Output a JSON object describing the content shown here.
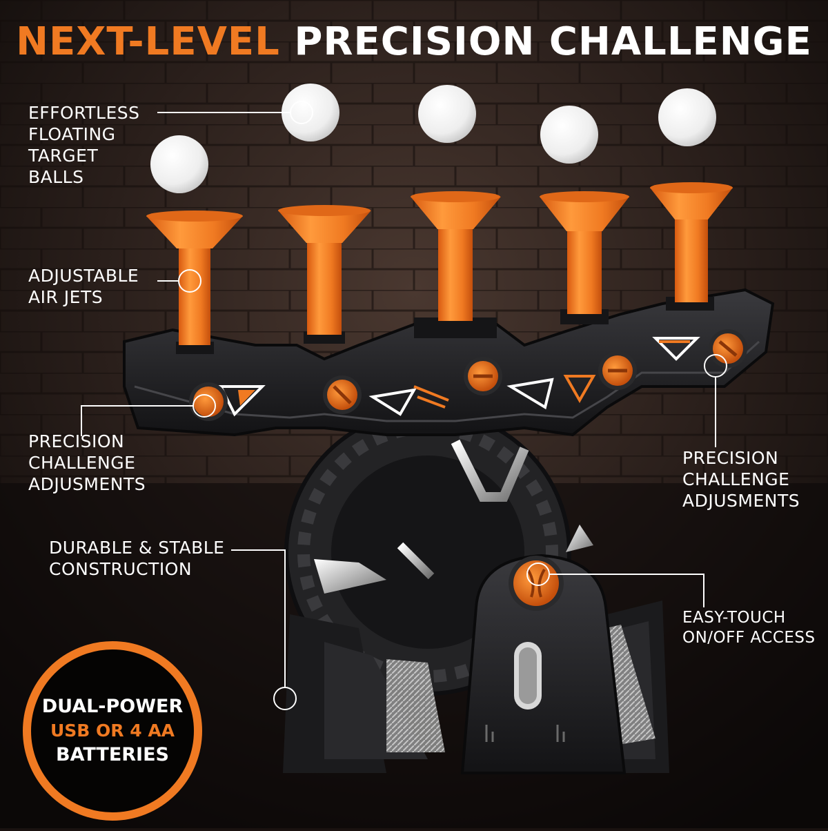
{
  "headline": {
    "accent": "NEXT-LEVEL",
    "rest": "PRECISION CHALLENGE"
  },
  "callouts": {
    "floating_balls": [
      "EFFORTLESS",
      "FLOATING",
      "TARGET",
      "BALLS"
    ],
    "air_jets": [
      "ADJUSTABLE",
      "AIR JETS"
    ],
    "adjustments_left": [
      "PRECISION",
      "CHALLENGE",
      "ADJUSMENTS"
    ],
    "adjustments_right": [
      "PRECISION",
      "CHALLENGE",
      "ADJUSMENTS"
    ],
    "construction": [
      "DURABLE & STABLE",
      "CONSTRUCTION"
    ],
    "power_switch": [
      "EASY-TOUCH",
      "ON/OFF ACCESS"
    ]
  },
  "badge": {
    "line1": "DUAL-POWER",
    "line2": "USB OR 4 AA",
    "line3": "BATTERIES"
  },
  "colors": {
    "accent": "#f07a22",
    "text": "#ffffff",
    "wall_dark": "#1a1210",
    "body_black": "#1c1c1e"
  },
  "product": {
    "target_count": 5,
    "ball_count": 5
  }
}
